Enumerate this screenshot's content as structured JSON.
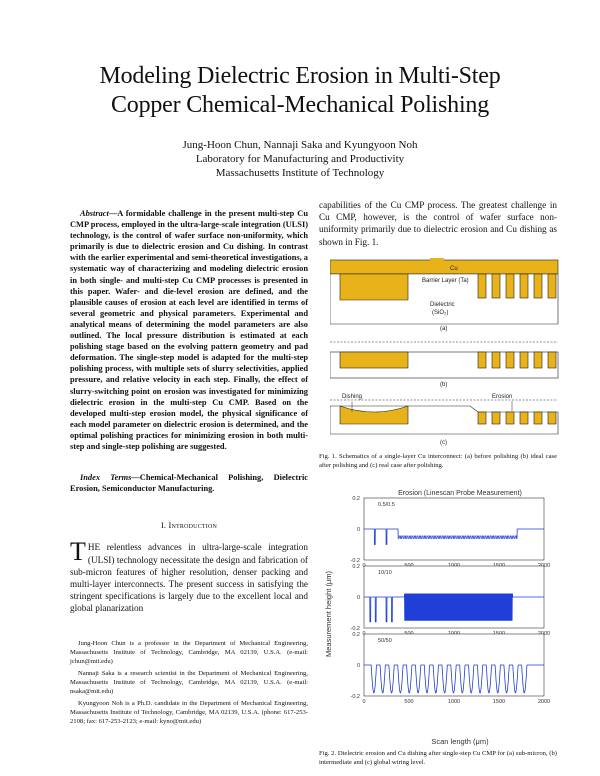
{
  "title": {
    "line1": "Modeling Dielectric Erosion in Multi-Step",
    "line2": "Copper Chemical-Mechanical Polishing"
  },
  "authors": {
    "names": "Jung-Hoon Chun, Nannaji Saka and Kyungyoon Noh",
    "lab": "Laboratory for Manufacturing and Productivity",
    "institute": "Massachusetts Institute of Technology"
  },
  "abstract": {
    "label": "Abstract",
    "text": "—A formidable challenge in the present multi-step Cu CMP process, employed in the ultra-large-scale integration (ULSI) technology, is the control of wafer surface non-uniformity, which primarily is due to dielectric erosion and Cu dishing. In contrast with the earlier experimental and semi-theoretical investigations, a systematic way of characterizing and modeling dielectric erosion in both single- and multi-step Cu CMP processes is presented in this paper. Wafer- and die-level erosion are defined, and the plausible causes of erosion at each level are identified in terms of several geometric and physical parameters. Experimental and analytical means of determining the model parameters are also outlined. The local pressure distribution is estimated at each polishing stage based on the evolving pattern geometry and pad deformation. The single-step model is adapted for the multi-step polishing process, with multiple sets of slurry selectivities, applied pressure, and relative velocity in each step. Finally, the effect of slurry-switching point on erosion was investigated for minimizing dielectric erosion in the multi-step Cu CMP. Based on the developed multi-step erosion model, the physical significance of each model parameter on dielectric erosion is determined, and the optimal polishing practices for minimizing erosion in both multi-step and single-step polishing are suggested."
  },
  "index_terms": {
    "label": "Index Terms",
    "text": "—Chemical-Mechanical Polishing, Dielectric Erosion, Semiconductor Manufacturing."
  },
  "section": {
    "number": "I.",
    "title": "Introduction"
  },
  "intro": {
    "dropcap": "T",
    "text": "HE relentless advances in ultra-large-scale integration (ULSI) technology necessitate the design and fabrication of sub-micron features of higher resolution, denser packing and multi-layer interconnects. The present success in satisfying the stringent specifications is largely due to the excellent local and global planarization"
  },
  "footnotes": [
    "Jung-Hoon Chun is a professor in the Department of Mechanical Engineering, Massachusetts Institute of Technology, Cambridge, MA 02139, U.S.A. (e-mail: jchun@mit.edu)",
    "Nannaji Saka is a research scientist in the Department of Mechanical Engineering, Massachusetts Institute of Technology, Cambridge, MA 02139, U.S.A. (e-mail: nsaka@mit.edu)",
    "Kyungyoon Noh is a Ph.D. candidate in the Department of Mechanical Engineering, Massachusetts Institute of Technology, Cambridge, MA 02139, U.S.A. (phone: 617-253-2108; fax: 617-253-2123; e-mail: kyno@mit.edu)"
  ],
  "right_column": {
    "text": "capabilities of the Cu CMP process. The greatest challenge in Cu CMP, however, is the control of wafer surface non-uniformity primarily due to dielectric erosion and Cu dishing as shown in Fig. 1."
  },
  "figure1": {
    "labels": {
      "cu": "Cu",
      "barrier": "Barrier Layer (Ta)",
      "dielectric": "Dielectric",
      "sio2": "(SiO₂)",
      "a": "(a)",
      "b": "(b)",
      "dishing": "Dishing",
      "erosion": "Erosion",
      "c": "(c)"
    },
    "caption": "Fig. 1. Schematics of a single-layer Cu interconnect: (a) before polishing (b) ideal case after polishing and (c) real case after polishing.",
    "colors": {
      "copper": "#e8b31a",
      "outline": "#222222"
    }
  },
  "figure2": {
    "title": "Erosion (Linescan Probe Measurement)",
    "ylabel": "Measurement height (μm)",
    "xlabel": "Scan length (μm)",
    "caption": "Fig. 2. Dielectric erosion and Cu dishing after single-step Cu CMP for (a) sub-micron, (b) intermediate and (c) global wiring level.",
    "line_color": "#1f3fd6"
  },
  "chart_data": {
    "type": "line",
    "title": "Erosion (Linescan Probe Measurement)",
    "xlabel": "Scan length (μm)",
    "ylabel": "Measurement height (μm)",
    "xlim": [
      0,
      2000
    ],
    "x_ticks": [
      "0",
      "500",
      "1000",
      "1500",
      "2000"
    ],
    "panels": [
      {
        "id": "(a)",
        "legend": "0.5/0.5",
        "ylim": [
          -0.2,
          0.2
        ],
        "y_ticks": [
          "0.2",
          "0",
          "-0.2"
        ],
        "baseline": 0.0,
        "features": [
          {
            "type": "notch",
            "x": 120,
            "depth": -0.1
          },
          {
            "type": "notch",
            "x": 250,
            "depth": -0.1
          },
          {
            "type": "erosion_region",
            "x_start": 380,
            "x_end": 1700,
            "depth": -0.05
          }
        ]
      },
      {
        "id": "(b)",
        "legend": "10/10",
        "ylim": [
          -0.2,
          0.2
        ],
        "y_ticks": [
          "0.2",
          "0",
          "-0.2"
        ],
        "baseline": 0.0,
        "features": [
          {
            "type": "notch",
            "x": 70,
            "depth": -0.16
          },
          {
            "type": "notch",
            "x": 130,
            "depth": -0.16
          },
          {
            "type": "notch",
            "x": 250,
            "depth": -0.16
          },
          {
            "type": "notch",
            "x": 310,
            "depth": -0.16
          },
          {
            "type": "dense_lines",
            "x_start": 450,
            "x_end": 1650,
            "depth": -0.15
          }
        ]
      },
      {
        "id": "(c)",
        "legend": "50/50",
        "ylim": [
          -0.2,
          0.2
        ],
        "y_ticks": [
          "0.2",
          "0",
          "-0.2"
        ],
        "baseline": 0.0,
        "features": [
          {
            "type": "dished_lines",
            "x_start": 80,
            "x_end": 1850,
            "count": 18,
            "depth": -0.18
          }
        ]
      }
    ]
  }
}
